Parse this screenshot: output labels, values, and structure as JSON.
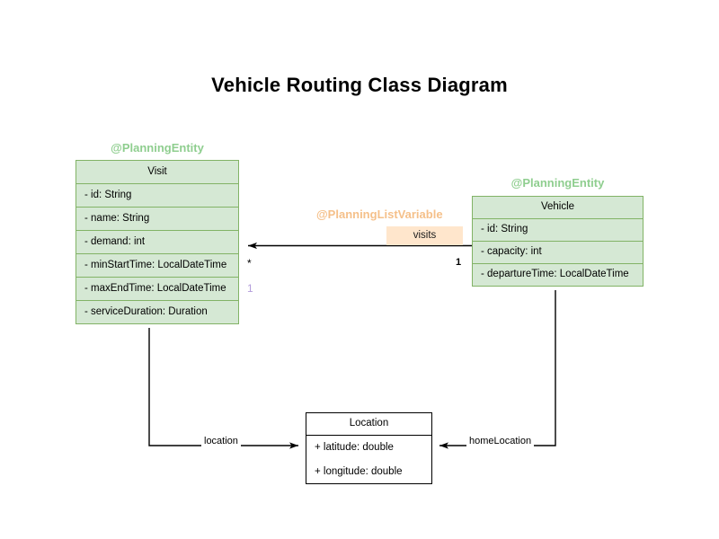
{
  "page": {
    "title": "Vehicle Routing Class Diagram",
    "background": "#ffffff"
  },
  "colors": {
    "entity_fill": "#d5e8d4",
    "entity_border": "#82b366",
    "annotation_green": "#8fce8f",
    "annotation_orange": "#f5c08a",
    "visits_chip_fill": "#ffe6cc",
    "plain_border": "#000000",
    "multiplicity_purple": "#b39ddb",
    "edge_stroke": "#000000"
  },
  "classes": {
    "visit": {
      "annotation": "@PlanningEntity",
      "name": "Visit",
      "attributes": [
        "- id: String",
        "- name: String",
        "- demand: int",
        "- minStartTime: LocalDateTime",
        "- maxEndTime: LocalDateTime",
        "- serviceDuration: Duration"
      ]
    },
    "vehicle": {
      "annotation": "@PlanningEntity",
      "name": "Vehicle",
      "attributes": [
        "- id: String",
        "- capacity: int",
        "- departureTime: LocalDateTime"
      ]
    },
    "location": {
      "name": "Location",
      "attributes": [
        "+ latitude: double",
        "+ longitude: double"
      ]
    }
  },
  "relationships": {
    "visits": {
      "annotation": "@PlanningListVariable",
      "label": "visits",
      "source": "Vehicle",
      "target": "Visit",
      "source_multiplicity": "1",
      "target_multiplicity": "*",
      "target_multiplicity_secondary": "1"
    },
    "visit_location": {
      "label": "location",
      "source": "Visit",
      "target": "Location"
    },
    "vehicle_home_location": {
      "label": "homeLocation",
      "source": "Vehicle",
      "target": "Location"
    }
  }
}
